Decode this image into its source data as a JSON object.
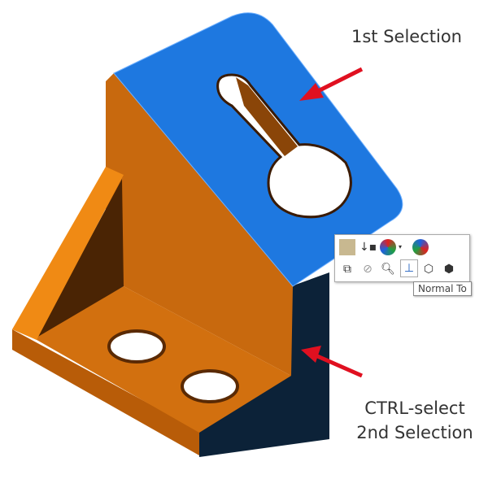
{
  "annotations": {
    "first": "1st Selection",
    "second_line1": "CTRL-select",
    "second_line2": "2nd Selection"
  },
  "toolbar": {
    "row1": [
      "edit-appearance-icon",
      "push-down-icon",
      "appearance-icon",
      "dropdown-icon",
      "scene-icon"
    ],
    "row2": [
      "view-selection-icon",
      "hide-icon",
      "zoom-to-selection-icon",
      "normal-to-icon",
      "isometric-view-icon",
      "view-orientation-icon"
    ],
    "tooltip": "Normal To"
  },
  "colors": {
    "face_blue": "#1e78e0",
    "orange": "#c8690e",
    "rib": "#f08a14",
    "navy": "#0c2238",
    "arrow": "#e01020"
  }
}
